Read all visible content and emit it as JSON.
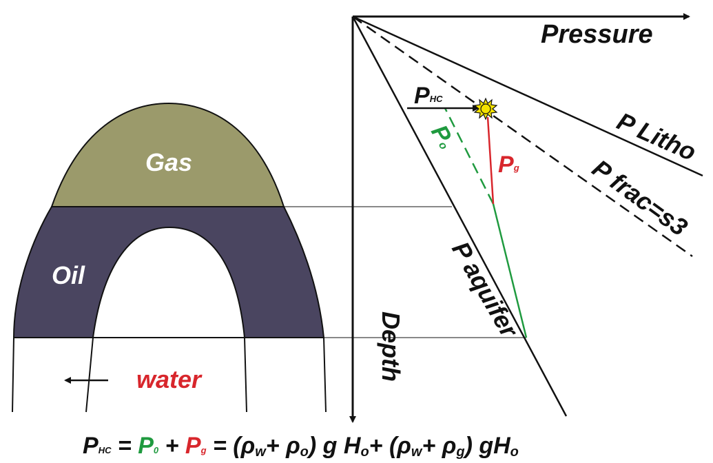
{
  "axes": {
    "pressure": "Pressure",
    "depth": "Depth"
  },
  "gradients": {
    "litho": "P Litho",
    "frac": "P frac=s3",
    "aquifer": "P aquifer"
  },
  "trap_zones": {
    "gas": "Gas",
    "oil": "Oil",
    "water": "water"
  },
  "pressure_labels": {
    "hc": {
      "main": "P",
      "sub": "HC"
    },
    "oil": {
      "main": "P",
      "sub": "o"
    },
    "gas": {
      "main": "P",
      "sub": "g"
    }
  },
  "equation": {
    "lhs_main": "P",
    "lhs_sub": "HC",
    "eq1": " = ",
    "t1_main": "P",
    "t1_sub": "0",
    "plus": " + ",
    "t2_main": "P",
    "t2_sub": "g",
    "eq2": " = (",
    "rho": "ρ",
    "w_sub": "w",
    "plus2": "+ ",
    "o_sub": "o",
    "g1": ") g ",
    "H": "H",
    "plus3": "+ (",
    "g_sub": "g",
    "g2": ") gH"
  },
  "colors": {
    "gas_fill": "#9b9a6b",
    "oil_fill": "#4a4560",
    "water_text": "#d8262c",
    "oil_pressure": "#1f9a3f",
    "gas_pressure": "#d8262c",
    "sun": "#f5e200",
    "line": "#111111"
  }
}
